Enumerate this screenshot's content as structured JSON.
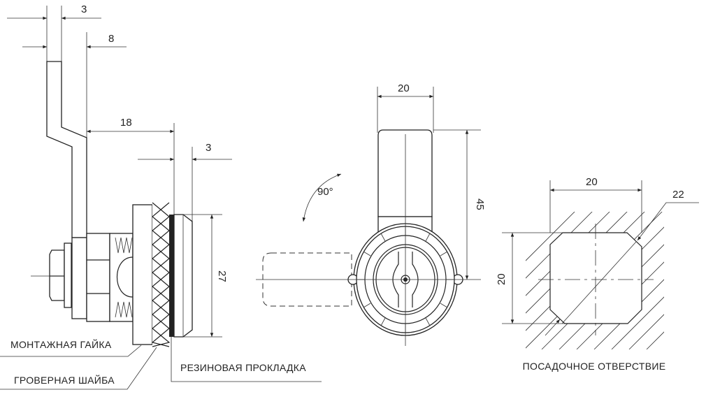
{
  "side_view": {
    "dim_lever_thickness": "3",
    "dim_lever_offset": "8",
    "dim_lever_reach": "18",
    "dim_face_depth": "3",
    "dim_face_diameter": "27",
    "label_mounting_nut": "МОНТАЖНАЯ ГАЙКА",
    "label_spring_washer": "ГРОВЕРНАЯ ШАЙБА",
    "label_rubber_gasket": "РЕЗИНОВАЯ ПРОКЛАДКА"
  },
  "front_view": {
    "dim_lever_width": "20",
    "dim_lever_length": "45",
    "rotation_angle": "90°"
  },
  "hole_view": {
    "dim_width": "20",
    "dim_height": "20",
    "dim_diagonal": "22",
    "title": "ПОСАДОЧНОЕ ОТВЕРСТВИЕ"
  }
}
